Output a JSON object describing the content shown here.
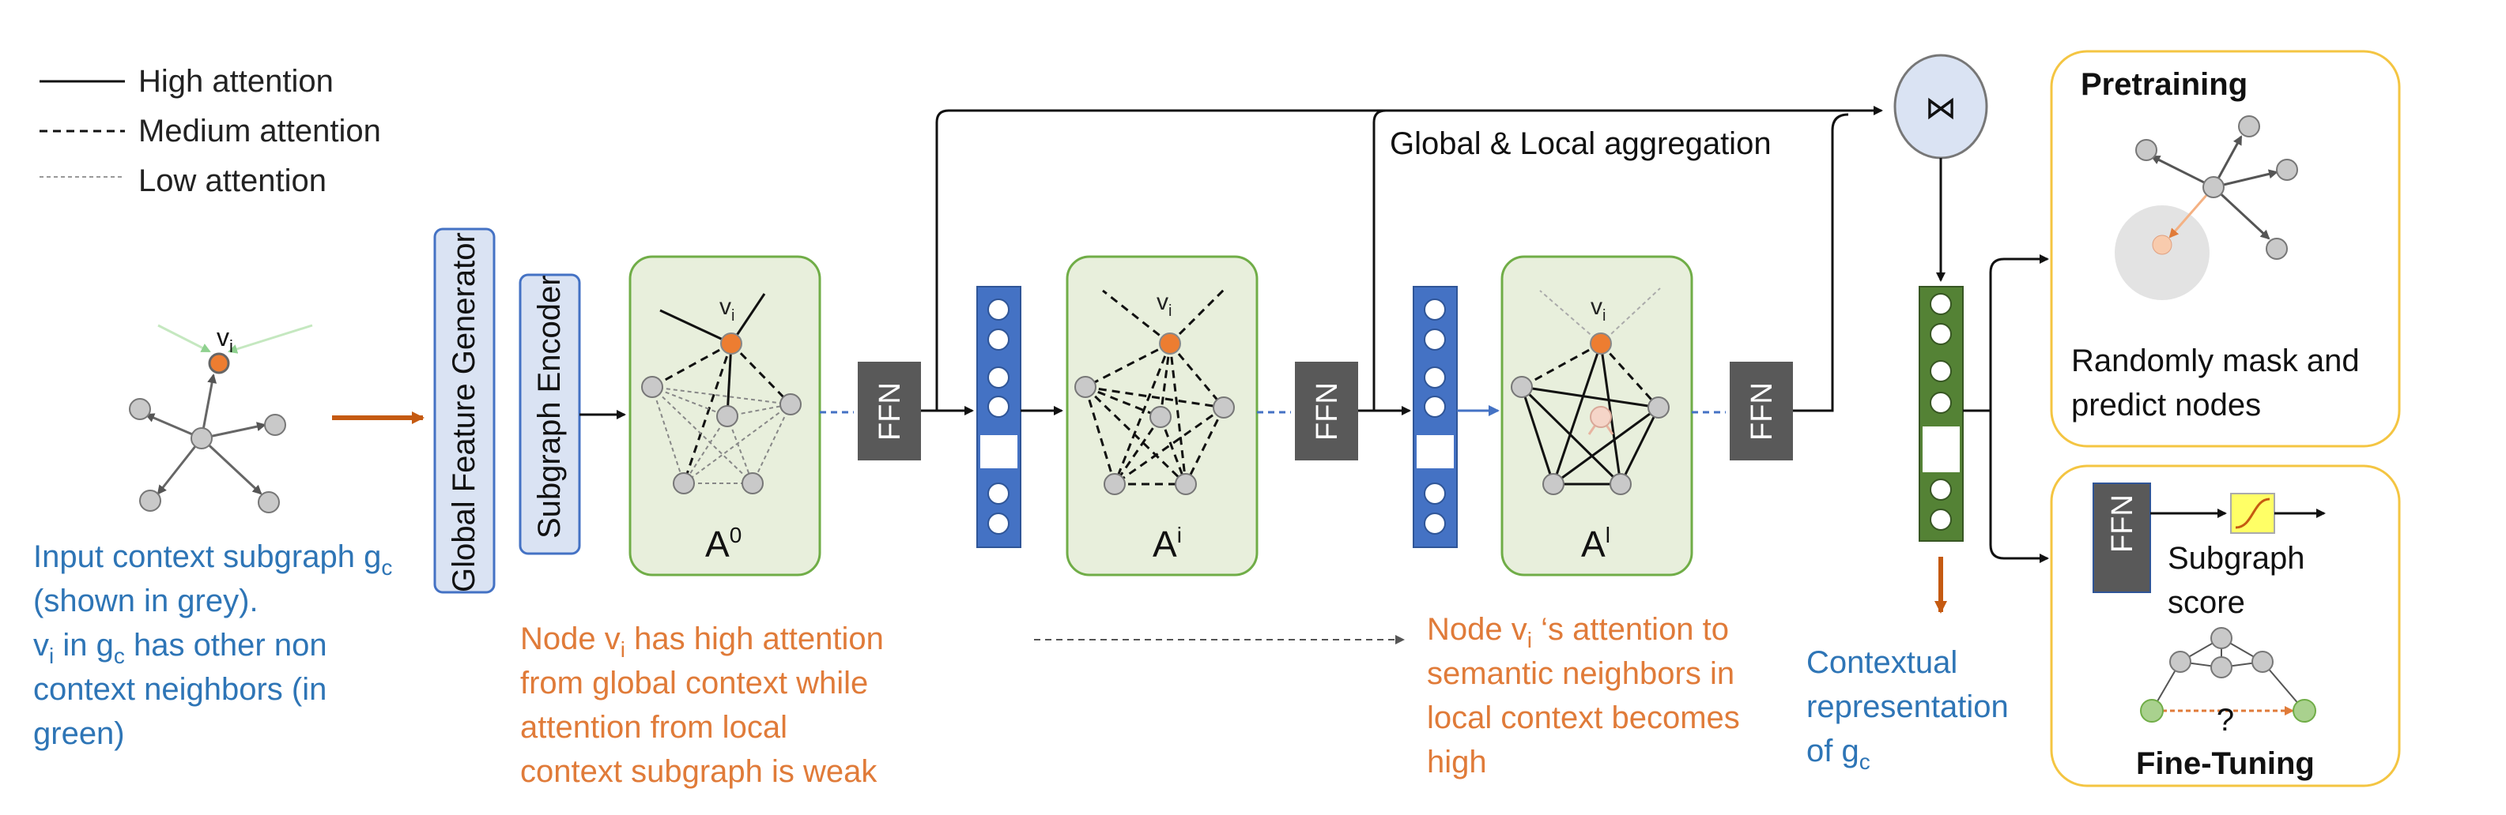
{
  "legend": {
    "high": "High attention",
    "medium": "Medium attention",
    "low": "Low attention"
  },
  "node_label": "v",
  "node_label_sub": "i",
  "global_feature_generator": "Global Feature Generator",
  "subgraph_encoder": "Subgraph Encoder",
  "ffn": "FFN",
  "attention": {
    "a0_base": "A",
    "a0_sup": "0",
    "ai_base": "A",
    "ai_sup": "i",
    "al_base": "A",
    "al_sup": "l"
  },
  "aggregation_label": "Global & Local aggregation",
  "aggregation_symbol": "⋈",
  "input_caption": {
    "line1": "Input context subgraph g",
    "line1_sub": "c",
    "line2": "(shown in grey).",
    "line3_a": "v",
    "line3_sub": "i",
    "line3_b": " in g",
    "line3_sub2": "c",
    "line3_c": " has other non",
    "line4": "context neighbors (in",
    "line5": "green)"
  },
  "caption_node_high": {
    "line1_a": "Node v",
    "line1_sub": "i",
    "line1_b": " has high attention",
    "line2": "from  global context while",
    "line3": "attention from local",
    "line4": "context subgraph is weak"
  },
  "caption_node_semantic": {
    "line1_a": "Node v",
    "line1_sub": "i",
    "line1_b": " ‘s  attention to",
    "line2": "semantic neighbors in",
    "line3": "local context becomes",
    "line4": "high"
  },
  "contextual_caption": {
    "line1": "Contextual",
    "line2": "representation",
    "line3": "of g",
    "line3_sub": "c"
  },
  "pretraining": {
    "title": "Pretraining",
    "line1": "Randomly mask and",
    "line2": "predict nodes"
  },
  "finetuning": {
    "title": "Fine-Tuning",
    "score_line1": "Subgraph",
    "score_line2": "score",
    "question": "?"
  },
  "colors": {
    "blue_text": "#2e75b6",
    "orange_text": "#e07b39",
    "ffn_box": "#595959",
    "vector_blue": "#4472c4",
    "vector_green": "#548235",
    "green_box_fill": "#e8efdc",
    "green_box_stroke": "#70ad47",
    "node_grey": "#c9c9c9",
    "node_orange": "#ed7d31",
    "panel_border": "#f4c542"
  }
}
